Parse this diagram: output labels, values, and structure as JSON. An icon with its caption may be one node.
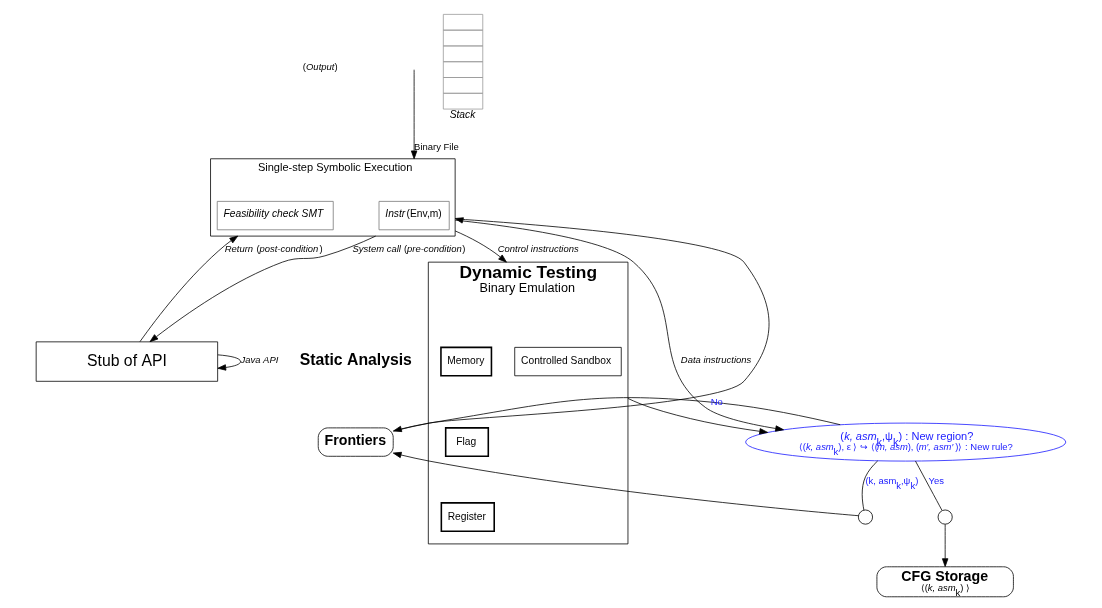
{
  "diagram": {
    "nodes": [
      {
        "text": [
          "Stub of API"
        ]
      },
      {
        "text": [
          "Single-step Symbolic Execution"
        ]
      },
      {
        "text": [
          "*Instr*(Env,m)"
        ],
        "in": 1
      },
      {
        "text": [
          "*Feasibility check SMT*"
        ],
        "in": 1
      },
      {
        "text": [
          "**Dynamic Testing**",
          "Binary Emulation"
        ]
      },
      {
        "text": [
          "Controlled Sandbox"
        ],
        "in": 4
      },
      {
        "text": [
          "Memory"
        ],
        "in": 4
      },
      {
        "text": [
          "Flag"
        ],
        "in": 4
      },
      {
        "text": [
          "Register"
        ],
        "in": 4
      },
      {
        "text": [
          "*Stack*"
        ]
      },
      {
        "text": [
          "**Frontiers**"
        ]
      },
      {
        "text": [],
        "shape": "circle"
      },
      {
        "text": [
          "(*k, asm*$_{k}$,ψ$_{k}$) : New region?",
          "⟨(*k, asm*$_{k}$), ε ⟩ ↪ ⟨(*m, asm*), (*m′, asm′* )⟩ : New rule?"
        ]
      },
      {
        "text": [],
        "shape": "circle"
      },
      {
        "text": [
          "**CFG Storage**",
          "⟨(*k, asm*$_{k}$) ⟩"
        ]
      }
    ],
    "edges": [
      {
        "from": null,
        "to": 1,
        "arrow": "to",
        "label": "Binary File"
      },
      {
        "from": 1,
        "to": 0,
        "arrow": "to",
        "label": "*System call* (*pre-condition*)"
      },
      {
        "from": 0,
        "to": 1,
        "arrow": "to",
        "label": "*Return* (*post-condition*)"
      },
      {
        "from": 0,
        "to": 0,
        "arrow": "to",
        "label": "*Java API*"
      },
      {
        "from": 1,
        "to": 4,
        "arrow": "to",
        "label": "*Control instructions*"
      },
      {
        "from": 1,
        "to": 12,
        "arrow": "to",
        "label": "*Data instructions*"
      },
      {
        "from": 4,
        "to": 12,
        "arrow": "to"
      },
      {
        "from": 12,
        "to": 10,
        "arrow": "to",
        "label": "No"
      },
      {
        "from": 10,
        "to": 1,
        "arrow": "to"
      },
      {
        "from": 11,
        "to": 10,
        "arrow": "to"
      },
      {
        "from": 12,
        "to": 11,
        "arrow": "none",
        "label": "(k, asm$_{k}$,ψ$_{k}$)"
      },
      {
        "from": 12,
        "to": 13,
        "arrow": "none",
        "label": "Yes"
      },
      {
        "from": 13,
        "to": 14,
        "arrow": "to"
      }
    ],
    "labels": [
      "**Static Analysis**",
      "(*Output*)"
    ]
  }
}
